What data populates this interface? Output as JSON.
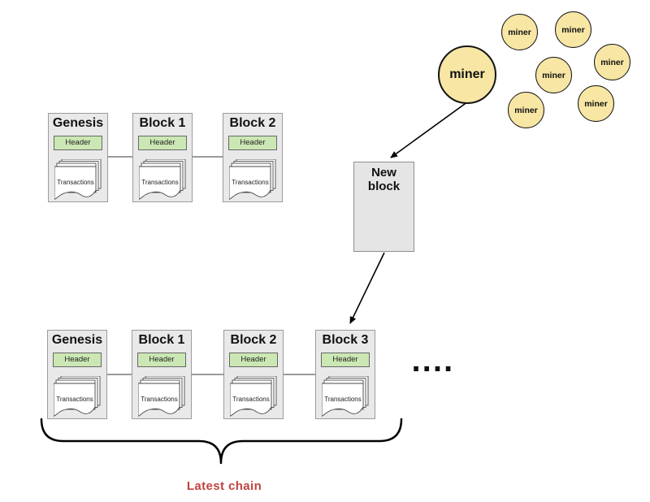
{
  "colors": {
    "block_fill": "#e9e9e9",
    "block_border": "#9b9b9b",
    "header_fill": "#cbe7b3",
    "header_border": "#676767",
    "miner_fill": "#f7e6a4",
    "miner_border": "#151515",
    "new_block_fill": "#e5e5e5",
    "latest_chain_red": "#bf4341",
    "line_black": "#000000"
  },
  "top_chain": {
    "blocks": [
      {
        "title": "Genesis",
        "header_label": "Header",
        "transactions_label": "Transactions"
      },
      {
        "title": "Block 1",
        "header_label": "Header",
        "transactions_label": "Transactions"
      },
      {
        "title": "Block 2",
        "header_label": "Header",
        "transactions_label": "Transactions"
      }
    ]
  },
  "bottom_chain": {
    "blocks": [
      {
        "title": "Genesis",
        "header_label": "Header",
        "transactions_label": "Transactions"
      },
      {
        "title": "Block 1",
        "header_label": "Header",
        "transactions_label": "Transactions"
      },
      {
        "title": "Block 2",
        "header_label": "Header",
        "transactions_label": "Transactions"
      },
      {
        "title": "Block 3",
        "header_label": "Header",
        "transactions_label": "Transactions"
      }
    ]
  },
  "miners": {
    "big": {
      "label": "miner"
    },
    "small": [
      {
        "label": "miner"
      },
      {
        "label": "miner"
      },
      {
        "label": "miner"
      },
      {
        "label": "miner"
      },
      {
        "label": "miner"
      },
      {
        "label": "miner"
      }
    ]
  },
  "new_block": {
    "label": "New block"
  },
  "ellipsis": "....",
  "latest_chain": {
    "label": "Latest chain"
  }
}
